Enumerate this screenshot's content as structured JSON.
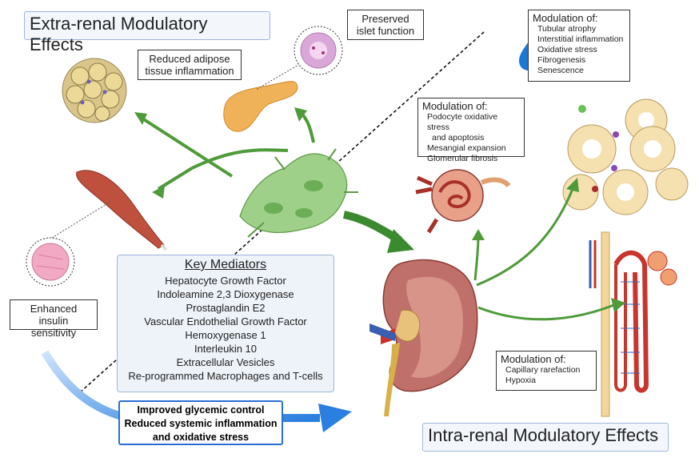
{
  "titles": {
    "extra_renal": "Extra-renal Modulatory Effects",
    "intra_renal": "Intra-renal Modulatory Effects"
  },
  "labels": {
    "adipose": [
      "Reduced adipose",
      "tissue inflammation"
    ],
    "islet": [
      "Preserved",
      "islet function"
    ],
    "insulin": [
      "Enhanced insulin",
      "sensitivity"
    ]
  },
  "key_mediators": {
    "title": "Key Mediators",
    "items": [
      "Hepatocyte Growth Factor",
      "Indoleamine 2,3 Dioxygenase",
      "Prostaglandin E2",
      "Vascular Endothelial Growth Factor",
      "Hemoxygenase 1",
      "Interleukin 10",
      "Extracellular Vesicles",
      "Re-programmed Macrophages and T-cells"
    ]
  },
  "outcomes": [
    "Improved glycemic control",
    "Reduced systemic inflammation",
    "and oxidative stress"
  ],
  "modulation_tubular": {
    "heading": "Modulation of:",
    "items": [
      "Tubular atrophy",
      "Interstitial inflammation",
      "Oxidative stress",
      "Fibrogenesis",
      "Senescence"
    ]
  },
  "modulation_glomerular": {
    "heading": "Modulation of:",
    "items": [
      "Podocyte oxidative stress",
      "and apoptosis",
      "Mesangial expansion",
      "Glomerular fibrosis"
    ]
  },
  "modulation_capillary": {
    "heading": "Modulation of:",
    "items": [
      "Capillary rarefaction",
      "Hypoxia"
    ]
  },
  "colors": {
    "green_arrow": "#4f9a3a",
    "blue_arrow": "#2a7fe0",
    "title_border": "#9db6d8",
    "cell_green": "#9fd08a",
    "kidney": "#c0706a"
  }
}
